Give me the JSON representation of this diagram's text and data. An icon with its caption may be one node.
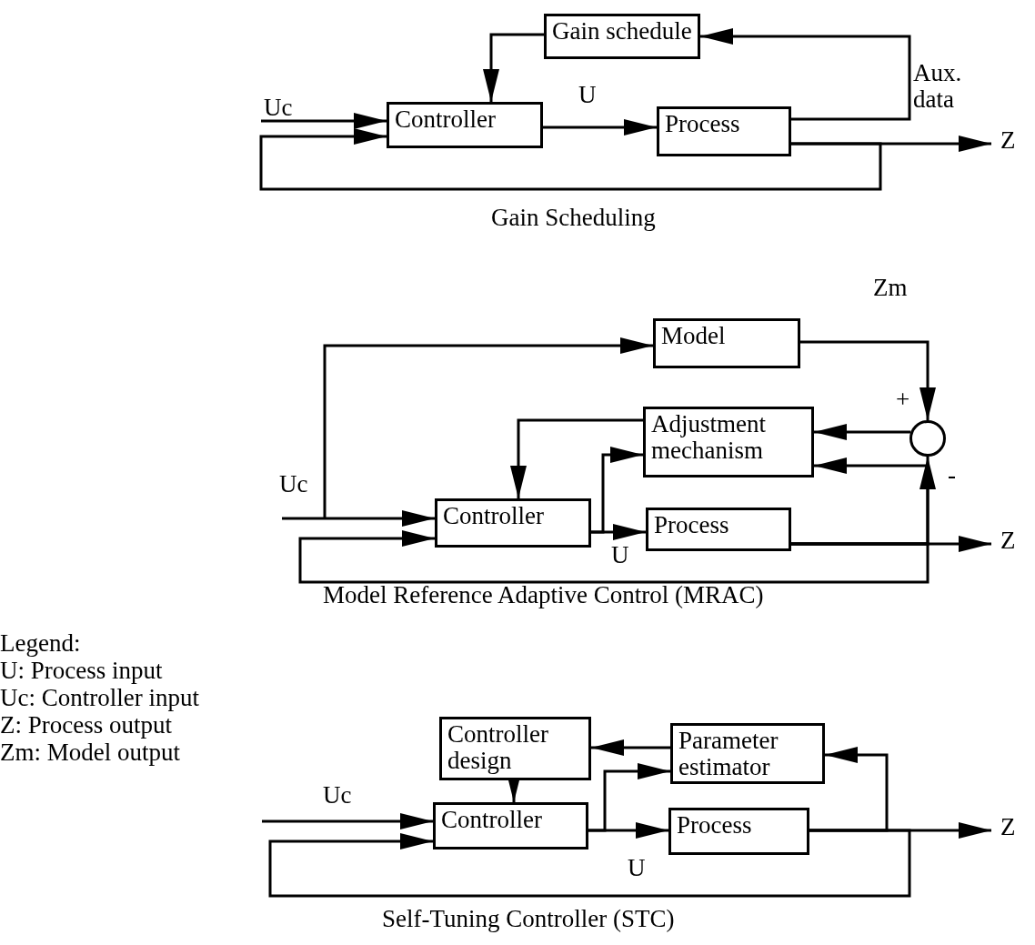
{
  "diagram": {
    "nodes": [
      {
        "text": [
          "Gain schedule"
        ]
      },
      {
        "text": [
          "Controller"
        ]
      },
      {
        "text": [
          "Process"
        ]
      },
      {
        "text": [
          "Model"
        ]
      },
      {
        "text": [
          "Adjustment mechanism"
        ]
      },
      {
        "text": [
          "Controller"
        ]
      },
      {
        "text": [
          "Process"
        ]
      },
      {
        "text": [],
        "shape": "circle",
        "beside": [
          "+",
          "-"
        ]
      },
      {
        "text": [
          "Controller design"
        ]
      },
      {
        "text": [
          "Parameter estimator"
        ]
      },
      {
        "text": [
          "Controller"
        ]
      },
      {
        "text": [
          "Process"
        ]
      }
    ],
    "edges": [
      {
        "from": null,
        "to": 1,
        "arrow": "to",
        "label": "Uc"
      },
      {
        "from": 1,
        "to": 2,
        "arrow": "to",
        "label": "U"
      },
      {
        "from": 2,
        "to": null,
        "arrow": "to",
        "label": "Z"
      },
      {
        "from": 2,
        "to": 0,
        "arrow": "to",
        "label": "Aux. data"
      },
      {
        "from": 0,
        "to": 1,
        "arrow": "to"
      },
      {
        "from": 2,
        "to": 1,
        "arrow": "to"
      },
      {
        "from": null,
        "to": 5,
        "arrow": "to",
        "label": "Uc"
      },
      {
        "from": null,
        "to": 3,
        "arrow": "to"
      },
      {
        "from": 5,
        "to": 6,
        "arrow": "to",
        "label": "U"
      },
      {
        "from": 6,
        "to": null,
        "arrow": "to",
        "label": "Z"
      },
      {
        "from": 3,
        "to": 7,
        "arrow": "to",
        "label": "Zm"
      },
      {
        "from": 7,
        "to": 4,
        "arrow": "to"
      },
      {
        "from": 6,
        "to": 7,
        "arrow": "to"
      },
      {
        "from": 6,
        "to": 5,
        "arrow": "to"
      },
      {
        "from": 6,
        "to": 4,
        "arrow": "to"
      },
      {
        "from": 4,
        "to": 5,
        "arrow": "to"
      },
      {
        "from": 5,
        "to": 4,
        "arrow": "to"
      },
      {
        "from": null,
        "to": 10,
        "arrow": "to",
        "label": "Uc"
      },
      {
        "from": 10,
        "to": 11,
        "arrow": "to",
        "label": "U"
      },
      {
        "from": 11,
        "to": null,
        "arrow": "to",
        "label": "Z"
      },
      {
        "from": 11,
        "to": 10,
        "arrow": "to"
      },
      {
        "from": 11,
        "to": 9,
        "arrow": "to"
      },
      {
        "from": 10,
        "to": 9,
        "arrow": "to"
      },
      {
        "from": 9,
        "to": 8,
        "arrow": "to"
      },
      {
        "from": 8,
        "to": 10,
        "arrow": "to"
      }
    ],
    "labels": [
      "Gain Scheduling",
      "Model Reference Adaptive Control (MRAC)",
      "Legend:",
      "Self-Tuning Controller (STC)"
    ],
    "legend": [
      {
        "text": "U: Process input"
      },
      {
        "text": "Uc: Controller input"
      },
      {
        "text": "Z: Process output"
      },
      {
        "text": "Zm: Model output"
      }
    ]
  }
}
